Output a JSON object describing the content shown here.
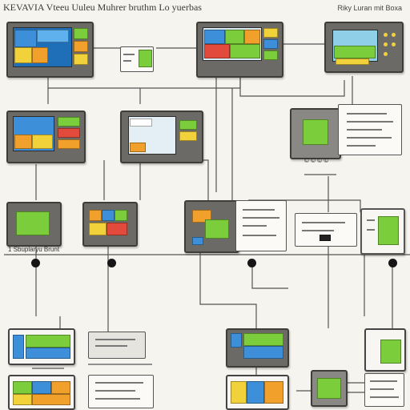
{
  "header": {
    "title": "KEVAVIA Vteeu Uuleu Muhrer bruthm  Lo yuerbas",
    "corner_text": "Riky Luran mit Boxa"
  },
  "labels": {
    "caption_left": "1 Sbuplaryu Brunt",
    "caption_right_mid": "© © © ©"
  },
  "colors": {
    "panel": "#6c6a66",
    "screen_blue": "#3d8fd9",
    "green": "#7ccd3b",
    "orange": "#f1a12b",
    "yellow": "#f2d23a",
    "wire": "#555555"
  }
}
